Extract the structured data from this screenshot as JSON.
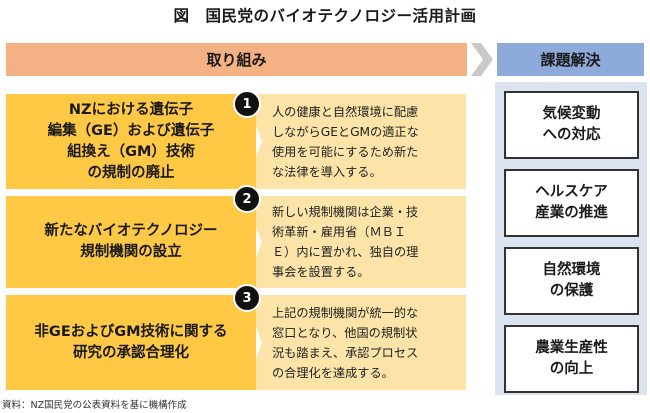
{
  "title": "図　国民党のバイオテクノロジー活用計画",
  "header": {
    "actions_label": "取り組み",
    "outcomes_label": "課題解決"
  },
  "initiatives": [
    {
      "number": "1",
      "title": "NZにおける遺伝子\n編集（GE）および遺伝子\n組換え（GM）技術\nの規制の廃止",
      "description": "人の健康と自然環境に配慮\nしながらGEとGMの適正な\n使用を可能にするため新た\nな法律を導入する。"
    },
    {
      "number": "2",
      "title": "新たなバイオテクノロジー\n規制機関の設立",
      "description": "新しい規制機関は企業・技\n術革新・雇用省（ＭＢＩ\nＥ）内に置かれ、独自の理\n事会を設置する。"
    },
    {
      "number": "3",
      "title": "非GEおよびGM技術に関する\n研究の承認合理化",
      "description": "上記の規制機関が統一的な\n窓口となり、他国の規制状\n況も踏まえ、承認プロセス\nの合理化を達成する。"
    }
  ],
  "outcomes": [
    "気候変動\nへの対応",
    "ヘルスケア\n産業の推進",
    "自然環境\nの保護",
    "農業生産性\nの向上"
  ],
  "source": "資料：NZ国民党の公表資料を基に機構作成",
  "colors": {
    "header_actions": "#f4b183",
    "header_outcomes": "#8eaadb",
    "action_box": "#ffc845",
    "chevron": "#fce4a8",
    "outcome_bg": "#dbe3f1"
  }
}
